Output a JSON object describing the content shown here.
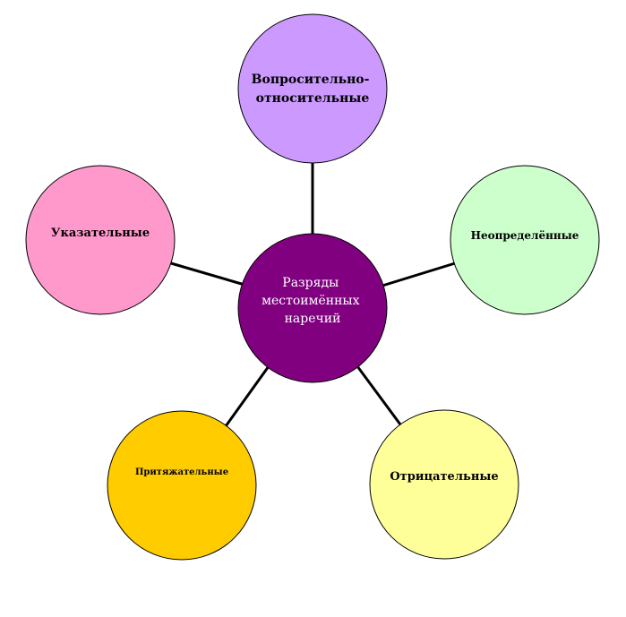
{
  "center": {
    "lines": [
      "Разряды",
      "местоимённых",
      "наречий"
    ],
    "color": "#800080"
  },
  "nodes": [
    {
      "id": "interrogative-relative",
      "lines": [
        "Вопросительно-",
        "относительные"
      ],
      "color": "#CC99FF"
    },
    {
      "id": "indefinite",
      "lines": [
        "Неопределённые"
      ],
      "color": "#CCFFCC"
    },
    {
      "id": "negative",
      "lines": [
        "Отрицательные"
      ],
      "color": "#FFFF99"
    },
    {
      "id": "possessive",
      "lines": [
        "Притяжательные"
      ],
      "color": "#FFCC00"
    },
    {
      "id": "demonstrative",
      "lines": [
        "Указательные"
      ],
      "color": "#FF99CC"
    }
  ]
}
